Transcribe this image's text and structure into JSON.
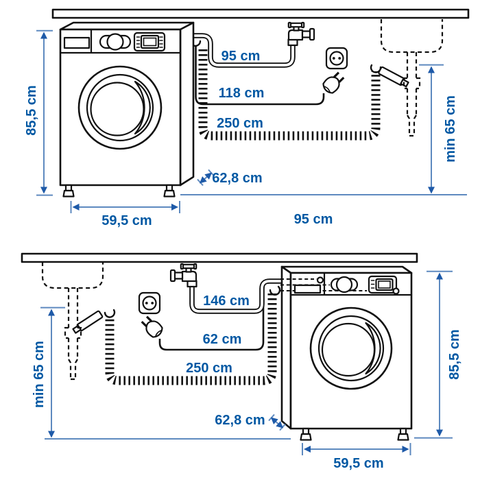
{
  "title": "Washing machine installation dimensions diagram",
  "colors": {
    "label_text": "#0058a3",
    "dimension_line": "#5d89bf",
    "arrowhead": "#1e5aa8",
    "line_art": "#111111",
    "background": "#ffffff"
  },
  "top": {
    "height": "85,5 cm",
    "water_hose": "95 cm",
    "power_cord": "118 cm",
    "drain_hose": "250 cm",
    "depth": "62,8 cm",
    "width": "59,5 cm",
    "floor_distance": "95 cm",
    "drain_min_height": "min 65 cm"
  },
  "bottom": {
    "water_hose": "146 cm",
    "power_cord": "62 cm",
    "drain_hose": "250 cm",
    "drain_min_height": "min 65 cm",
    "depth": "62,8 cm",
    "width": "59,5 cm",
    "height": "85,5 cm"
  }
}
